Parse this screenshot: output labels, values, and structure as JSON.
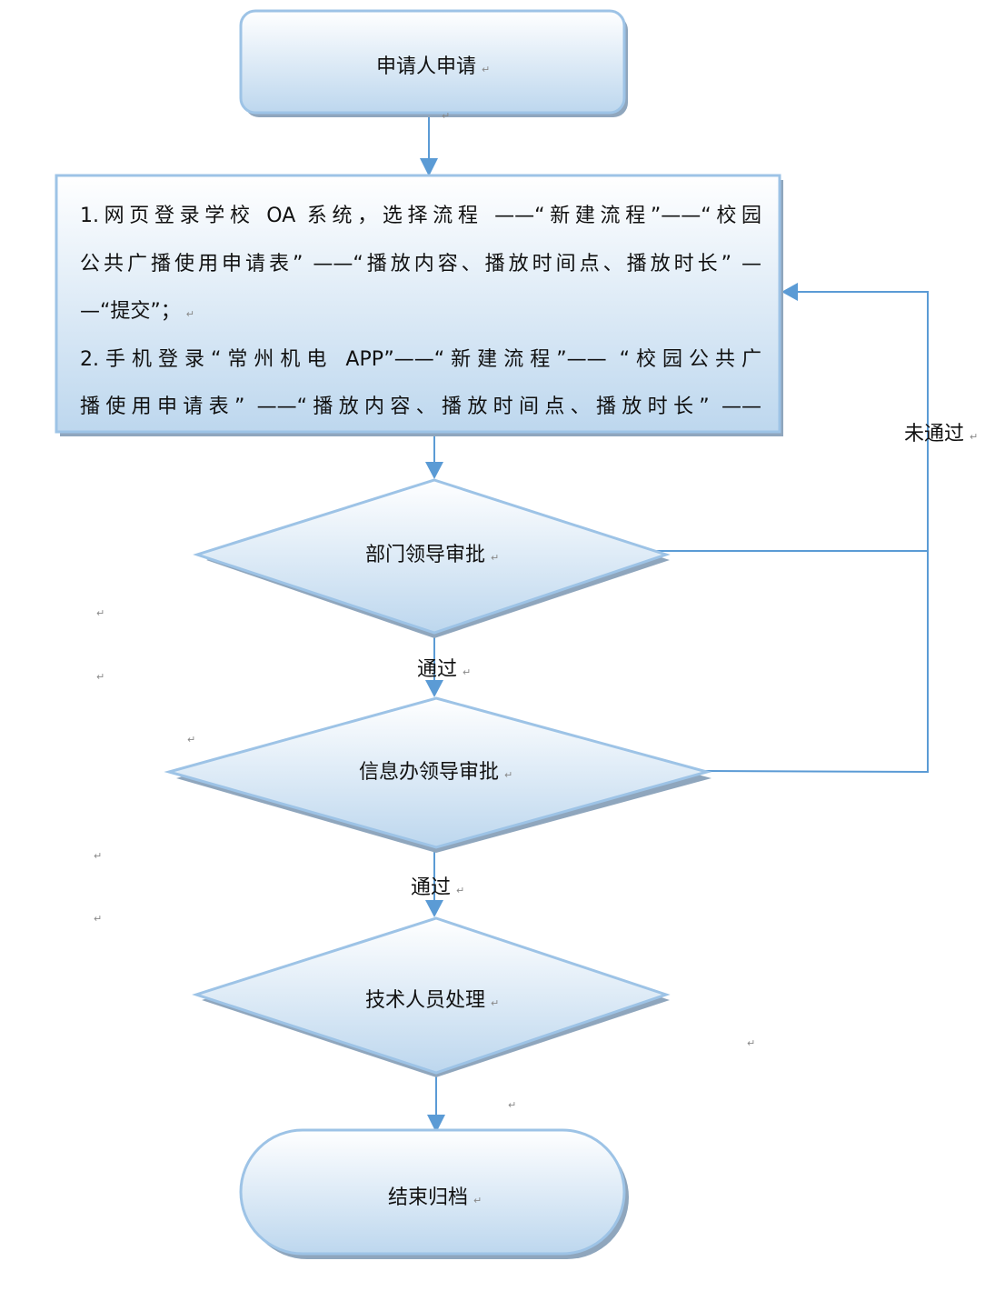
{
  "diagram": {
    "type": "flowchart",
    "nodes": {
      "start": {
        "label": "申请人申请",
        "shape": "rounded-rect"
      },
      "process": {
        "shape": "rect",
        "lines": [
          "1.网页登录学校 OA 系统，选择流程 ——“新建流程”——“校园",
          "公共广播使用申请表” ——“播放内容、播放时间点、播放时长” —",
          "—“提交”；",
          "2.手机登录“常州机电 APP”——“新建流程”—— “校园公共广",
          "播使用申请表” ——“播放内容、播放时间点、播放时长” ——"
        ]
      },
      "dept_approval": {
        "label": "部门领导审批",
        "shape": "diamond"
      },
      "info_approval": {
        "label": "信息办领导审批",
        "shape": "diamond"
      },
      "tech_handling": {
        "label": "技术人员处理",
        "shape": "diamond"
      },
      "end": {
        "label": "结束归档",
        "shape": "stadium"
      }
    },
    "edges": [
      {
        "from": "start",
        "to": "process",
        "label": ""
      },
      {
        "from": "process",
        "to": "dept_approval",
        "label": ""
      },
      {
        "from": "dept_approval",
        "to": "info_approval",
        "label": "通过"
      },
      {
        "from": "info_approval",
        "to": "tech_handling",
        "label": "通过"
      },
      {
        "from": "tech_handling",
        "to": "end",
        "label": ""
      },
      {
        "from": "dept_approval",
        "to": "process",
        "label": "未通过"
      },
      {
        "from": "info_approval",
        "to": "process",
        "label": "未通过"
      }
    ],
    "edge_labels": {
      "pass1": "通过",
      "pass2": "通过",
      "reject": "未通过"
    },
    "paragraph_mark": "↵",
    "colors": {
      "border": "#9dc3e6",
      "fill_top": "#ffffff",
      "fill_bottom": "#bdd7ee",
      "shadow": "#8fa6bd",
      "connector": "#5b9bd5"
    }
  }
}
